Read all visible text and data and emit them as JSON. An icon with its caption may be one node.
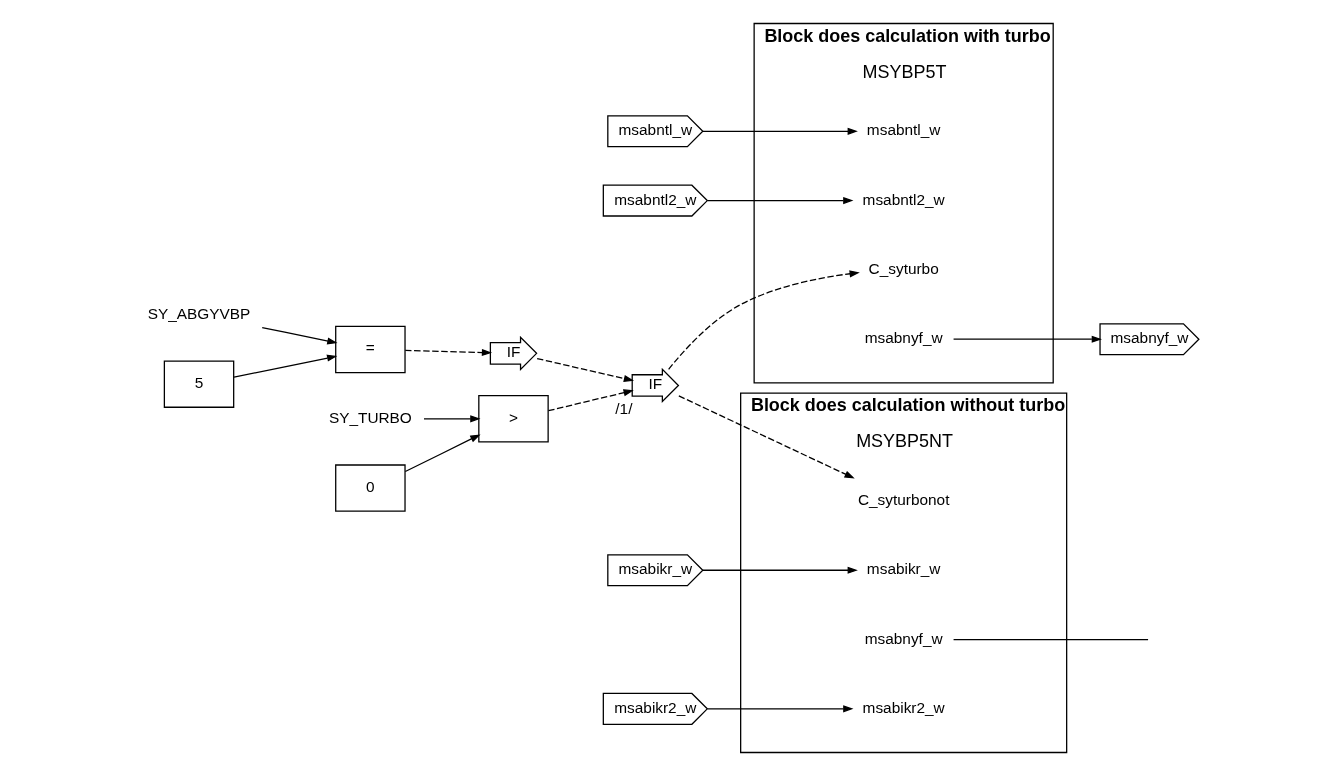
{
  "diagram": {
    "nodes": [
      {
        "text": [
          "SY_ABGYVBP"
        ]
      },
      {
        "text": [
          "5"
        ]
      },
      {
        "text": [
          "="
        ]
      },
      {
        "text": [
          "IF"
        ]
      },
      {
        "text": [
          "SY_TURBO"
        ]
      },
      {
        "text": [
          "0"
        ]
      },
      {
        "text": [
          ">"
        ]
      },
      {
        "text": [
          "IF"
        ],
        "beside": [
          "/1/"
        ]
      },
      {
        "text": [
          "Block does calculation with turbo",
          "MSYBP5T"
        ]
      },
      {
        "text": [
          "C_syturbo"
        ],
        "in": 8
      },
      {
        "text": [
          "msabntl_w"
        ],
        "in": 8
      },
      {
        "text": [
          "msabntl2_w"
        ],
        "in": 8
      },
      {
        "text": [
          "msabnyf_w"
        ],
        "in": 8
      },
      {
        "text": [
          "msabntl_w"
        ]
      },
      {
        "text": [
          "msabntl2_w"
        ]
      },
      {
        "text": [
          "msabnyf_w"
        ]
      },
      {
        "text": [
          "Block does calculation without turbo",
          "MSYBP5NT"
        ]
      },
      {
        "text": [
          "C_syturbonot"
        ],
        "in": 16
      },
      {
        "text": [
          "msabikr_w"
        ],
        "in": 16
      },
      {
        "text": [
          "msabnyf_w"
        ],
        "in": 16
      },
      {
        "text": [
          "msabikr2_w"
        ],
        "in": 16
      },
      {
        "text": [
          "msabikr_w"
        ]
      },
      {
        "text": [
          "msabikr2_w"
        ]
      }
    ],
    "edges": [
      {
        "from": 0,
        "to": 2,
        "arrow": "to"
      },
      {
        "from": 1,
        "to": 2,
        "arrow": "to"
      },
      {
        "from": 2,
        "to": 3,
        "arrow": "to",
        "style": "dashed"
      },
      {
        "from": 3,
        "to": 7,
        "arrow": "to",
        "style": "dashed"
      },
      {
        "from": 4,
        "to": 6,
        "arrow": "to"
      },
      {
        "from": 5,
        "to": 6,
        "arrow": "to"
      },
      {
        "from": 6,
        "to": 7,
        "arrow": "to",
        "style": "dashed"
      },
      {
        "from": 7,
        "to": 9,
        "arrow": "to",
        "style": "dashed"
      },
      {
        "from": 7,
        "to": 17,
        "arrow": "to",
        "style": "dashed"
      },
      {
        "from": 13,
        "to": 10,
        "arrow": "to"
      },
      {
        "from": 14,
        "to": 11,
        "arrow": "to"
      },
      {
        "from": 12,
        "to": 15,
        "arrow": "to"
      },
      {
        "from": 21,
        "to": 18,
        "arrow": "to"
      },
      {
        "from": 22,
        "to": 20,
        "arrow": "to"
      },
      {
        "from": 19,
        "to": null,
        "arrow": "none"
      }
    ]
  }
}
